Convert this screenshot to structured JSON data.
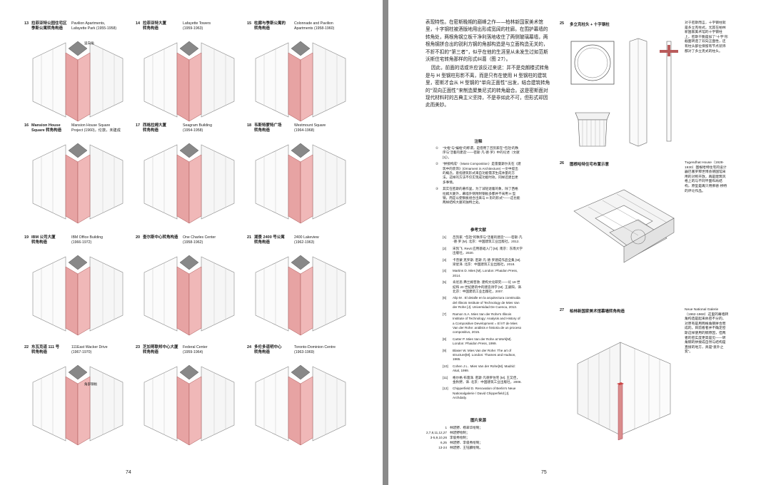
{
  "left_page": {
    "page_number": "74",
    "figures": [
      {
        "num": "13",
        "cn": "拉菲亚特公园住宅区\n季斯公寓转角构造",
        "en": "Pavilion Apartments,\nLafayette Park (1955-1958)"
      },
      {
        "num": "14",
        "cn": "拉菲亚特大厦\n转角构造",
        "en": "Lafayette Towers\n(1959-1963)"
      },
      {
        "num": "15",
        "cn": "柱廊与季斯公寓的\n转角构造",
        "en": "Colonnade and Pavilion\nApartments (1958-1960)"
      },
      {
        "num": "16",
        "cn": "Mansion House\nSquare 转角构造",
        "en": "Mansion House Square\nProject (1960)，伦敦，未建成"
      },
      {
        "num": "17",
        "cn": "西格拉姆大厦\n转角构造",
        "en": "Seagram Building\n(1954-1958)"
      },
      {
        "num": "18",
        "cn": "韦斯特蒙特广场\n转角构造",
        "en": "Westmount Square\n(1964-1968)"
      },
      {
        "num": "19",
        "cn": "IBM 公司大厦\n转角构造",
        "en": "IBM Office Building\n(1966-1972)"
      },
      {
        "num": "20",
        "cn": "查尔斯中心转角构造",
        "en": "One Charles Center\n(1958-1962)"
      },
      {
        "num": "21",
        "cn": "湖景 2400 号公寓\n转角构造",
        "en": "2400 Lakeview\n(1962-1963)"
      },
      {
        "num": "22",
        "cn": "东瓦克道 111 号\n转角构造",
        "en": "111East Wacker Drive\n(1967-1970)"
      },
      {
        "num": "23",
        "cn": "芝加哥联邦中心大厦\n转角构造",
        "en": "Federal Center\n(1959-1964)"
      },
      {
        "num": "24",
        "cn": "多伦多道明中心\n转角构造",
        "en": "Toronto-Dominion Centre\n(1963-1969)"
      }
    ],
    "callout_13": "竖向角",
    "callout_22": "角部钢板"
  },
  "right_page": {
    "page_number": "75",
    "body_paragraphs": [
      "表现特性。在密斯晚期的巅峰之作——柏林新国家美术馆里，十字钢柱被酒版地用出形成宽阔的柱廊。在围护幕墙的转角处，两根角钢立板干净利落地收住了两侧玻璃幕墙，两根角钢拼合出的锐利方钢的角部构造是与立面构造无关的，不折不扣的“第三者”，似乎在他的生涯里从未发生过如范斯沃斯住宅转角那样的形式纠葛（图 27）。",
      "因此，前面的话或许应该反过来说：并不是克朗楼式转角是与 H 型钢柱形影不离，而是只有在使用 H 型钢柱的建筑里，密斯才会从 H 型钢的“单向正面性”出发，结合建筑转角的“双向正面性”来制造聚集尼式的转角磨合。这是密斯面对现代材料时的古典主义坚持，不是非如此不可，但形式却因此而美妙。"
    ],
    "notes_title": "注释",
    "notes": [
      {
        "n": "①",
        "t": "“文框”与“编框”的称谓，是借用了吕凯家在“‘包括’的秩序与‘活着的建造’——密斯·凡·德·罗》中的论述（文献 [1]）。"
      },
      {
        "n": "②",
        "t": "“拼接构成”（Mass Composition）是雷曼斯尔夫在《建筑中的装饰》(Ornament in Architecture) 一文中提出的概念，意指建筑形式来自功能需求生成体量的方法。这样的方法不仅实现成功能时效，同样还建出更多事情。"
      },
      {
        "n": "③",
        "t": "其实在密斯的著作里，为了减轻退着的象，除了西格拉姆大厦外，幕墙外侧附附钢板多都并不采用 H 型钢，而是以使钢板组合出来与 H 形的形式”——这也能两样结构大厦的独特之处。"
      }
    ],
    "refs_title": "参考文献",
    "refs": [
      {
        "n": "[1]",
        "t": "吕凯家. “包括”的秩序与“活着的建造”——密斯·凡·德·罗 [M]. 北京：中国建筑工业出版社，2012."
      },
      {
        "n": "[2]",
        "t": "宋凯飞. Revit 应用基础入门 [M]. 南京：东南大学出版社，2020."
      },
      {
        "n": "[3]",
        "t": "卡普蒙·克罗斯. 密斯·凡·德·罗建成作品全集 [M]. 梁星泽. 北京：中国建筑工业出版社，2018."
      },
      {
        "n": "[4]",
        "t": "Martins D. Mies [M]. London: Phaidon Press, 2014."
      },
      {
        "n": "[5]",
        "t": "肯尼思·弗兰姆普敦. 建构文化研究——论 19 世纪和 20 世纪建筑中的建造诗学 [M]. 王骏阳，译. 北京：中国建筑工业出版社，2007."
      },
      {
        "n": "[6]",
        "t": "Alip M . El detalle en la arquitectura construida del Illinois Institute of Technology de Mies Van der Rohe [J]. Universidad De Cuenca, 2013."
      },
      {
        "n": "[7]",
        "t": "Ramon S.A. Mies Van der Rohe's Illinois Institute of Technology: Analysis and History of a Compositive Development = El IIT de Mies Van der Rohe: análisis e historia de un proceso compositivo, 2015."
      },
      {
        "n": "[8]",
        "t": "Carter P. Mies Van der Rohe at Work[M]. London: Phaidon Press, 1999."
      },
      {
        "n": "[9]",
        "t": "Blaser W. Mies Van der Rohe: The art of structure[M]. London: Thames and Hudson, 1965."
      },
      {
        "n": "[10]",
        "t": "Cohen J L . Mies Van der Rohe[M]. Madrid: Akal, 1999."
      },
      {
        "n": "[11]",
        "t": "格尔格·布雷泽. 密斯·凡德罗住宅 [M]. 王又佳，金秋野，译. 北京：中国建筑工业出版社，2006."
      },
      {
        "n": "[12]",
        "t": "Chipperfield D. Renovation of Berlin's Neue Nationalgalerie / David Chipperfield [J]. Archdaily."
      }
    ],
    "credits_title": "图片来源",
    "credits": [
      {
        "k": "1",
        "v": "林碧野、杨翠华绘制；"
      },
      {
        "k": "2,7,8,11,12,27",
        "v": "林碧野绘制；"
      },
      {
        "k": "3-5,9,10,26",
        "v": "李俊秀绘制；"
      },
      {
        "k": "6,25",
        "v": "林碧野、李俊秀绘制；"
      },
      {
        "k": "13-24",
        "v": "林碧野、王钰麟绘制。"
      }
    ],
    "fig25": {
      "num": "25",
      "cn": "多立克柱头 + 十字钢柱"
    },
    "fig25_side": "对于密斯而言，十字钢柱就是多立克柱式，尤其在柏林新国家美术馆的十字钢柱上，密斯干脆是加了“十字”形截面转造了双向正面性，还有柱头部位保留有节点装饰都对了多立克式的柱头。",
    "fig26": {
      "num": "26",
      "cn": "图根哈特住宅布置示意"
    },
    "fig26_side": "Tugendhat House（1928-1930）图根哈特住宅的设计器巴塞罗那世博会德国馆采用的对称开放，再是建筑风格上的与不同平面布局结构，原型是再只用佛德·桥特的评论作品。",
    "fig27": {
      "num": "27",
      "cn": "柏林新国家美术馆幕墙转角构造"
    },
    "fig27_side": "Neue National Galerie（1962-1968）这里的幕墙转角构造是起来依密不分的，对原有是用两根角钢拼合而成的。目前看者并不确定密斯这样使用的钢原因，但两者的密实度更高是见——转角钢的拼接成自然与结构是直接的地方，真是“意外之变”。"
  }
}
